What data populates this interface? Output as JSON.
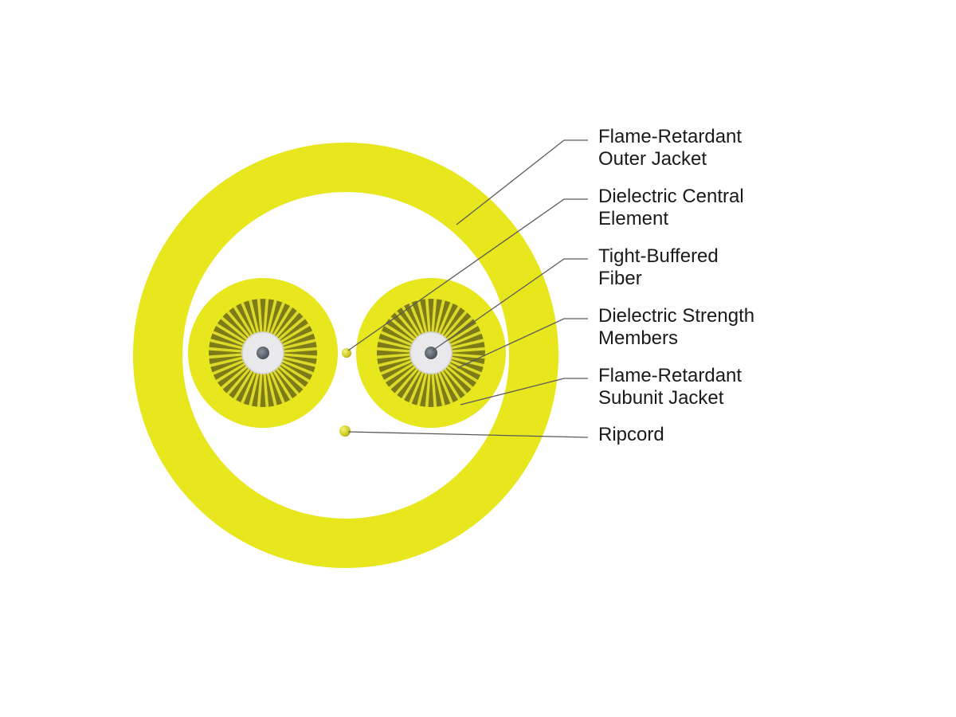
{
  "colors": {
    "jacket": "#e8e61c",
    "jacket_edge": "#d9d615",
    "strength_dark": "#6b6a14",
    "strength_light": "#dcd92a",
    "buffer": "#e9e9ec",
    "fiber_core": "#5d6570",
    "leader_line": "#5a5a5a",
    "text": "#1a1a1a"
  },
  "labels": [
    {
      "id": "outer_jacket",
      "lines": [
        "Flame-Retardant",
        "Outer Jacket"
      ]
    },
    {
      "id": "central_element",
      "lines": [
        "Dielectric Central",
        "Element"
      ]
    },
    {
      "id": "tight_buffered_fiber",
      "lines": [
        "Tight-Buffered",
        "Fiber"
      ]
    },
    {
      "id": "strength_members",
      "lines": [
        "Dielectric Strength",
        "Members"
      ]
    },
    {
      "id": "subunit_jacket",
      "lines": [
        "Flame-Retardant",
        "Subunit Jacket"
      ]
    },
    {
      "id": "ripcord",
      "lines": [
        "Ripcord"
      ]
    }
  ]
}
